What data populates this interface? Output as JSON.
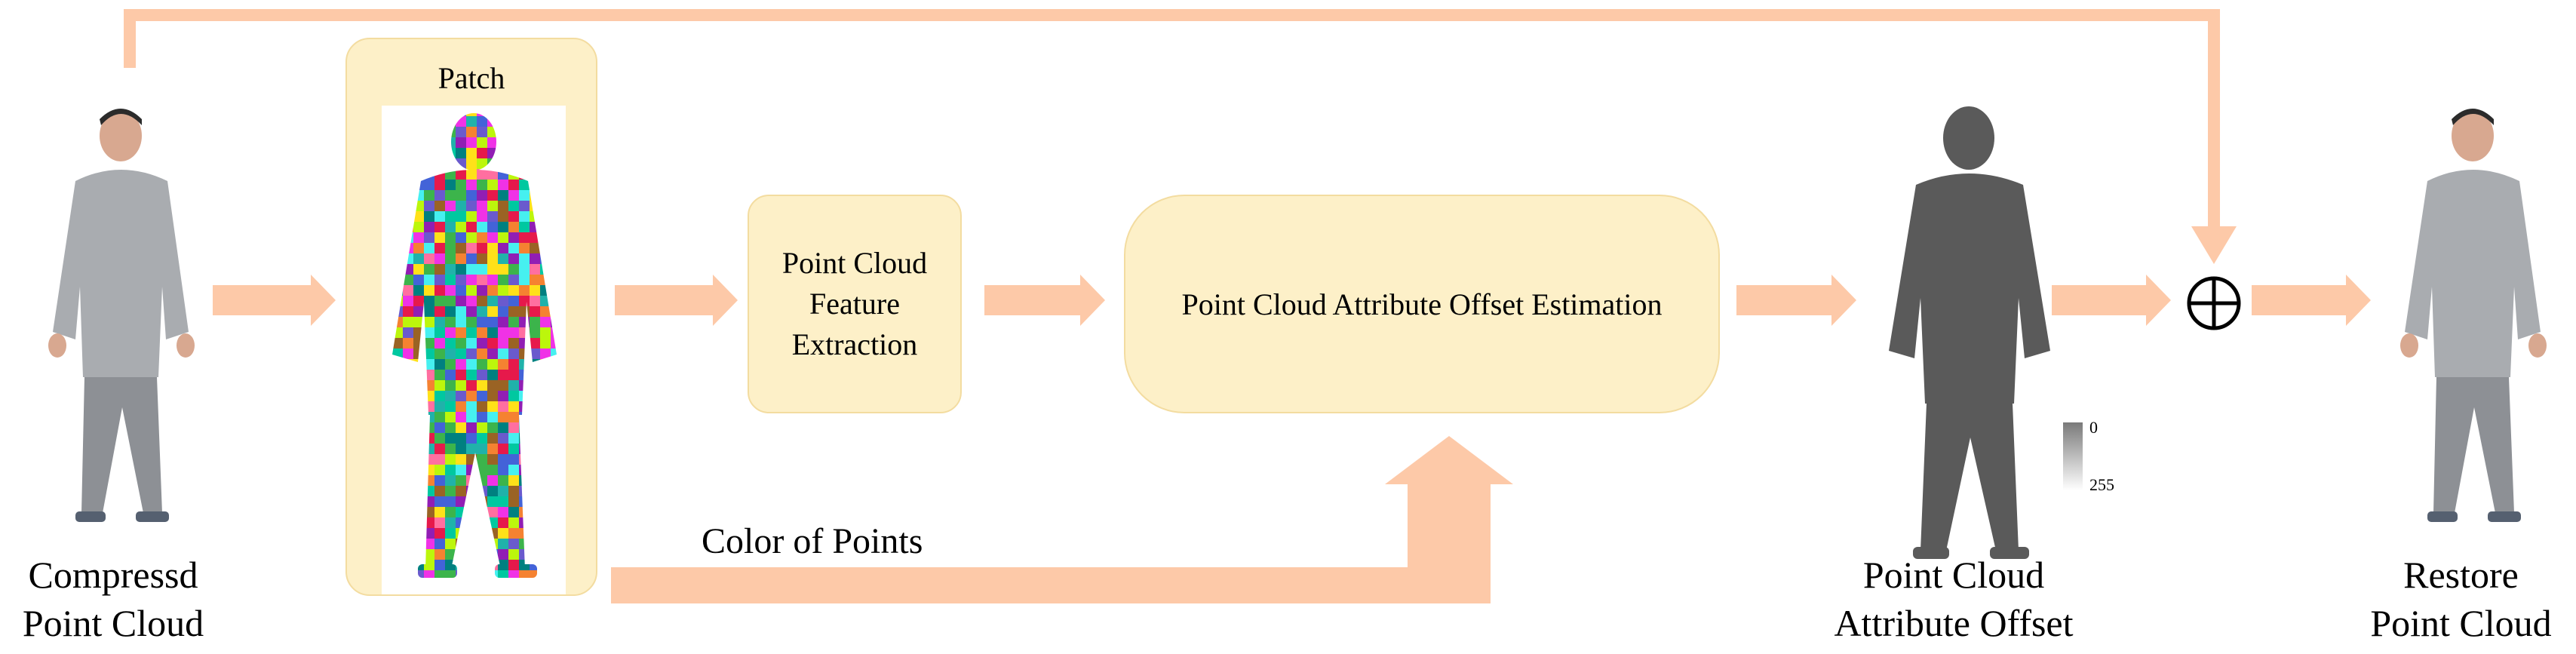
{
  "labels": {
    "input": [
      "Compressd",
      "Point Cloud"
    ],
    "patch": "Patch",
    "feature": [
      "Point Cloud",
      "Feature",
      "Extraction"
    ],
    "estimation": "Point Cloud Attribute Offset Estimation",
    "color_of_points": "Color of Points",
    "offset": [
      "Point Cloud",
      "Attribute Offset"
    ],
    "restore": [
      "Restore",
      "Point Cloud"
    ]
  },
  "scale": {
    "min": "0",
    "max": "255"
  },
  "colors": {
    "arrow": "#fdc9a8",
    "box_fill": "#fdf0c8",
    "box_border": "#f3dca0",
    "offset_silhouette": "#5a5a5a"
  },
  "icons": {
    "add": "circled-plus-icon",
    "person": "person-point-cloud-icon",
    "patch": "patch-segmentation-icon"
  }
}
